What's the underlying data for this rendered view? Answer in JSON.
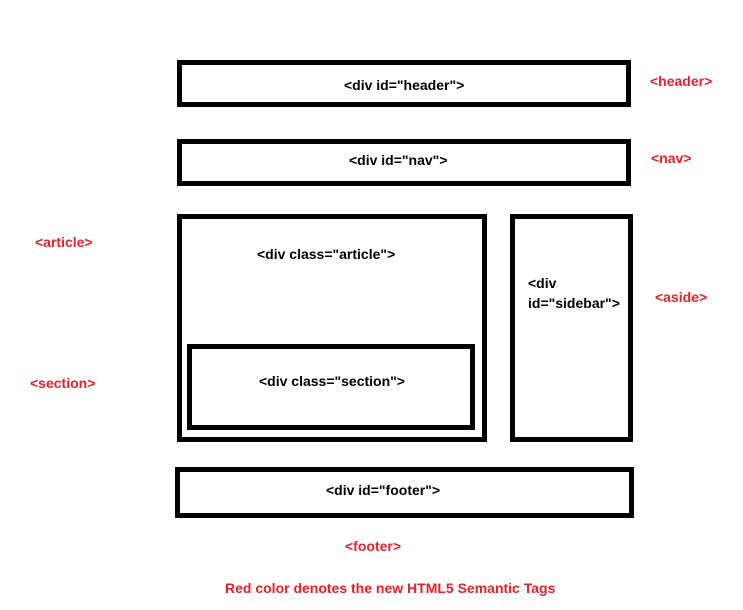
{
  "colors": {
    "box_border": "#000000",
    "box_text": "#000000",
    "semantic_tag": "#e8202a"
  },
  "boxes": {
    "header": "<div id=\"header\">",
    "nav": "<div id=\"nav\">",
    "article": "<div class=\"article\">",
    "section": "<div class=\"section\">",
    "sidebar_line1": "<div",
    "sidebar_line2": "id=\"sidebar\">",
    "footer": "<div id=\"footer\">"
  },
  "tags": {
    "header": "<header>",
    "nav": "<nav>",
    "article": "<article>",
    "section": "<section>",
    "aside": "<aside>",
    "footer": "<footer>"
  },
  "caption": "Red color denotes the new HTML5 Semantic Tags"
}
